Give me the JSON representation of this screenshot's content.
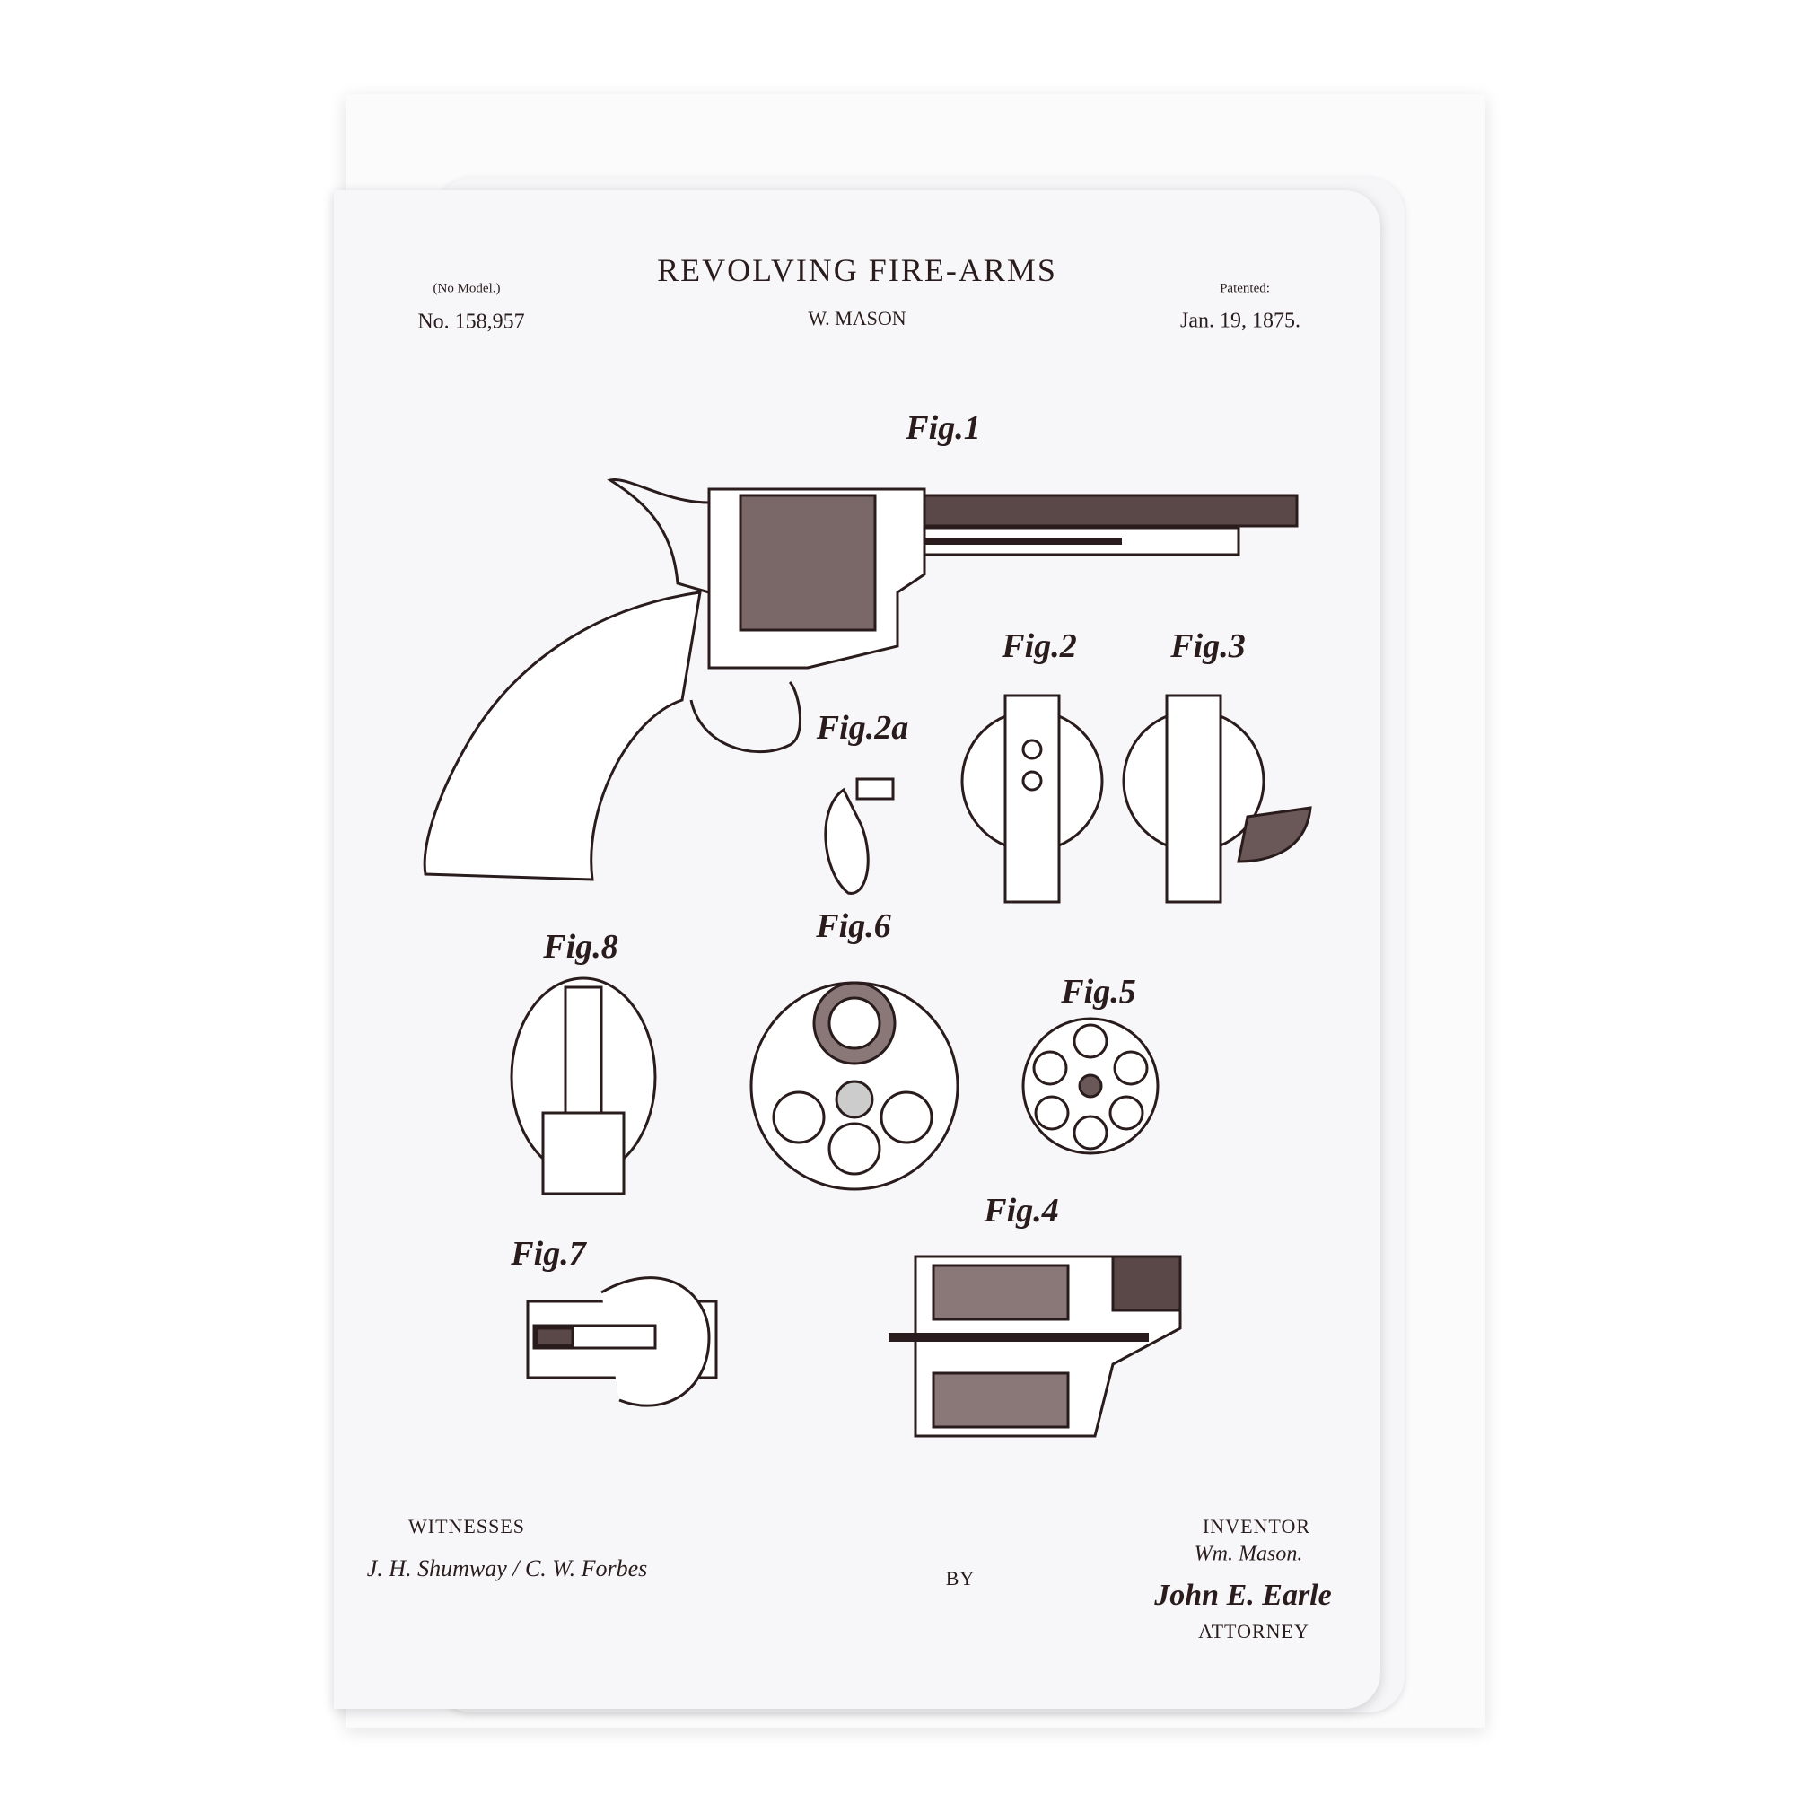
{
  "header": {
    "title": "REVOLVING FIRE-ARMS",
    "model_note": "(No Model.)",
    "patent_number": "No. 158,957",
    "inventor_name": "W. MASON",
    "patented_label": "Patented:",
    "patent_date": "Jan. 19, 1875."
  },
  "figures": [
    "Fig.1",
    "Fig.2",
    "Fig.3",
    "Fig.2a",
    "Fig.8",
    "Fig.6",
    "Fig.5",
    "Fig.4",
    "Fig.7"
  ],
  "footer": {
    "witnesses_label": "WITNESSES",
    "witness_signatures": "J. H. Shumway / C. W. Forbes",
    "by_label": "BY",
    "inventor_label": "INVENTOR",
    "inventor_signature": "Wm. Mason.",
    "attorney_signature": "John E. Earle",
    "attorney_label": "ATTORNEY"
  },
  "colors": {
    "ink": "#2a1c1c",
    "paper": "#f7f7f9"
  }
}
